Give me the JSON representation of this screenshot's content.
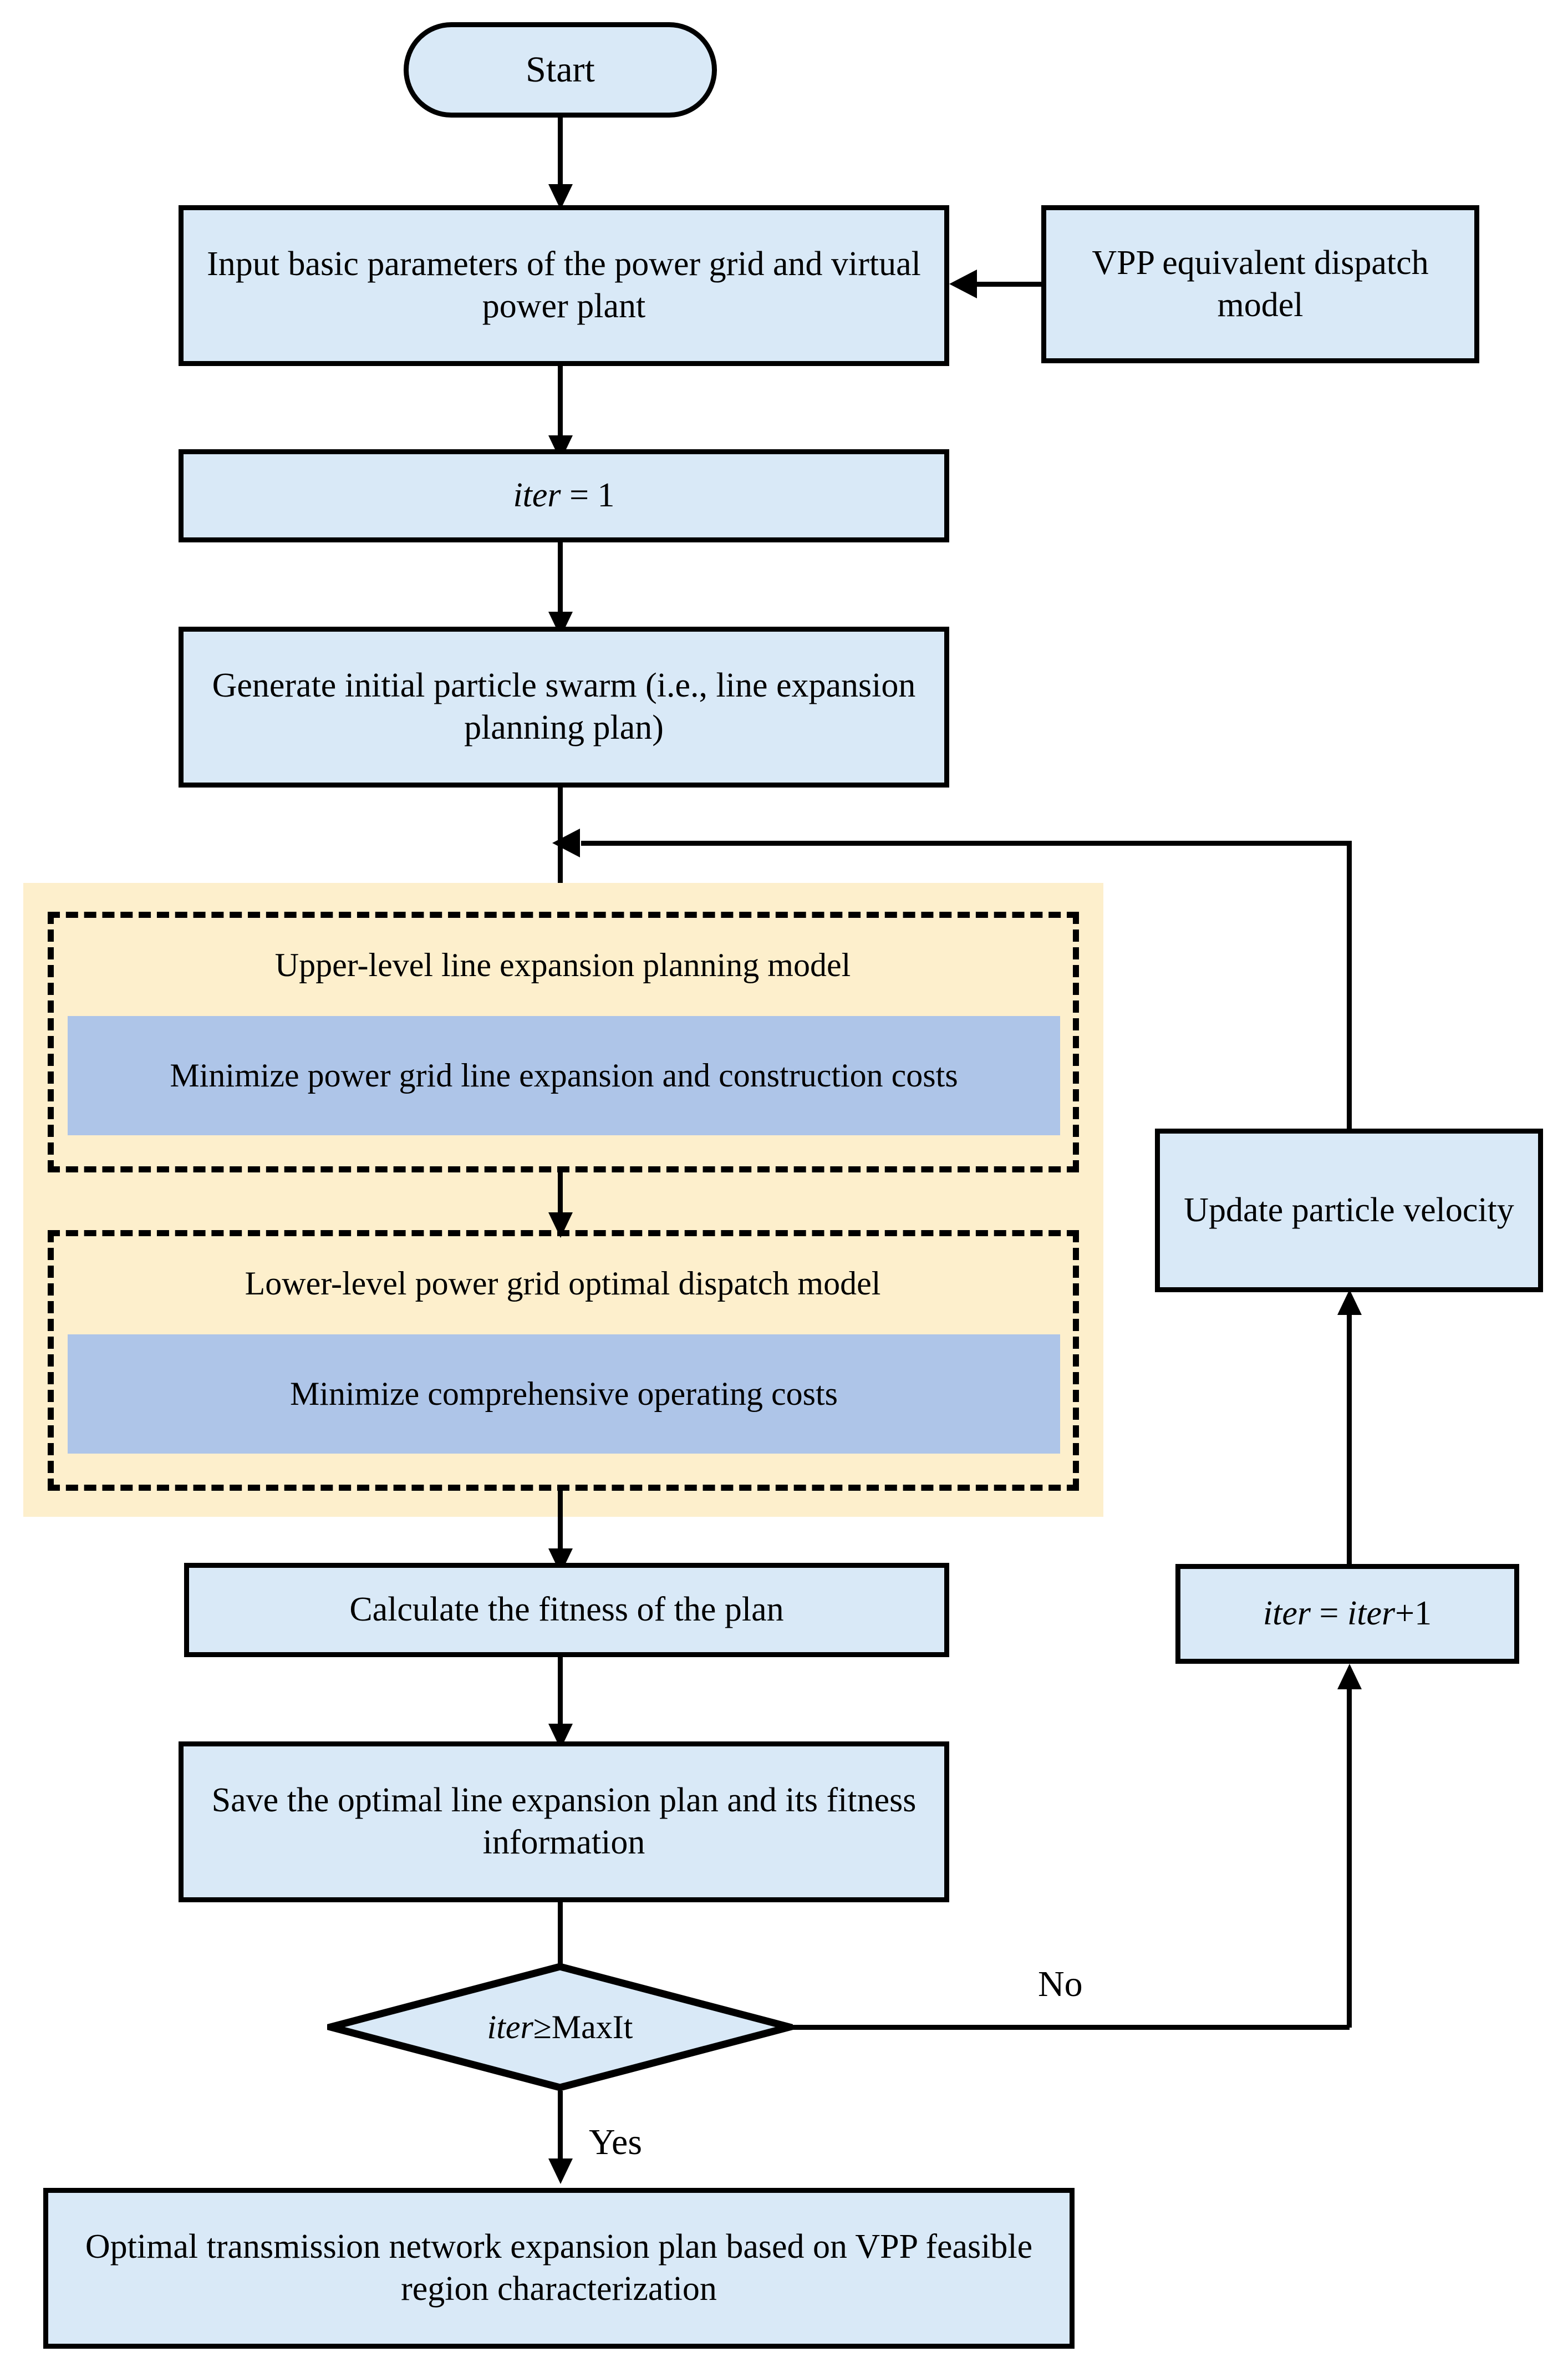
{
  "diagram": {
    "title": "Bi-level transmission network expansion planning flowchart",
    "colors": {
      "node_fill": "#D9E9F7",
      "inner_objective_fill": "#AEC5E8",
      "group_panel_fill": "#FDEFCC",
      "stroke": "#000000"
    }
  },
  "nodes": {
    "start": "Start",
    "input_params": "Input basic parameters of the power grid and virtual power plant",
    "vpp_model": "VPP equivalent dispatch model",
    "iter_init_var": "iter",
    "iter_init_rest": " = 1",
    "generate_swarm": "Generate initial particle swarm (i.e., line expansion planning plan)",
    "upper_level_title": "Upper-level line expansion planning model",
    "upper_level_objective": "Minimize power grid line expansion and construction costs",
    "lower_level_title": "Lower-level power grid optimal dispatch model",
    "lower_level_objective": "Minimize comprehensive operating costs",
    "calculate_fitness": "Calculate the fitness of the plan",
    "save_optimal": "Save the optimal line expansion plan and its fitness information",
    "decision_var": "iter",
    "decision_rest": "≥MaxIt",
    "update_velocity": "Update particle velocity",
    "iter_increment_var1": "iter",
    "iter_increment_mid": " = ",
    "iter_increment_var2": "iter",
    "iter_increment_rest": "+1",
    "final_output": "Optimal transmission network expansion plan based on VPP feasible region characterization"
  },
  "edge_labels": {
    "no": "No",
    "yes": "Yes"
  }
}
